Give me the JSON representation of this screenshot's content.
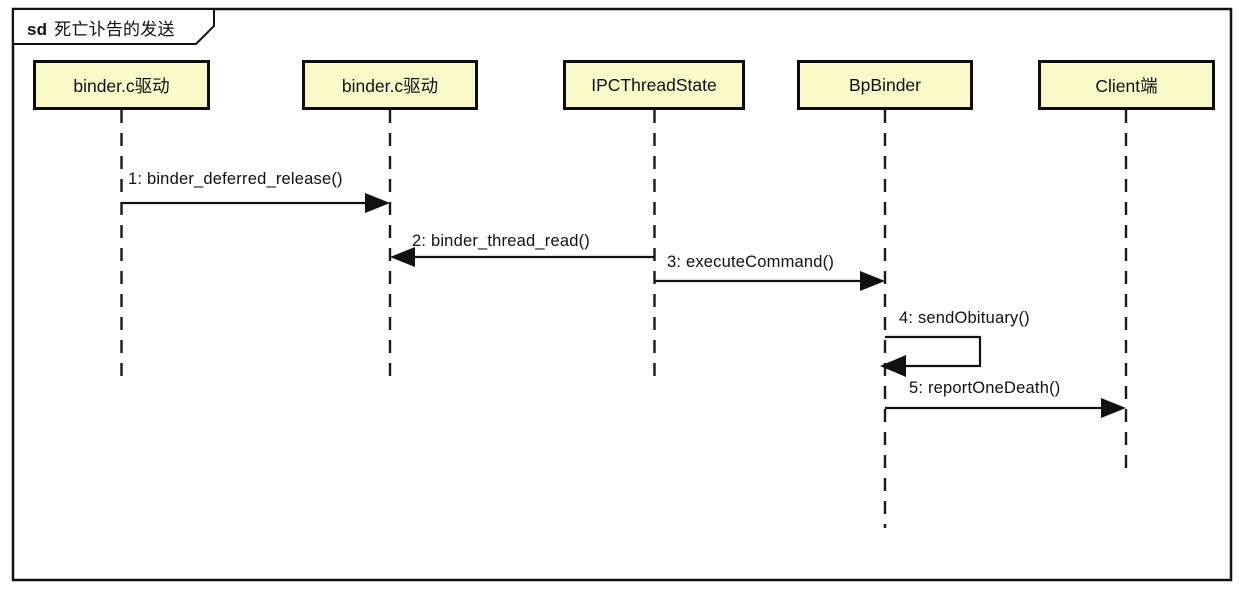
{
  "diagram": {
    "type": "uml-sequence-diagram",
    "frame": {
      "keyword": "sd",
      "title": "死亡讣告的发送"
    },
    "actors": [
      {
        "label": "binder.c驱动"
      },
      {
        "label": "binder.c驱动"
      },
      {
        "label": "IPCThreadState"
      },
      {
        "label": "BpBinder"
      },
      {
        "label": "Client端"
      }
    ],
    "messages": [
      {
        "label": "1: binder_deferred_release()",
        "from": "binder.c驱动 (1)",
        "to": "binder.c驱动 (2)",
        "direction": "right"
      },
      {
        "label": "2: binder_thread_read()",
        "from": "IPCThreadState",
        "to": "binder.c驱动 (2)",
        "direction": "left"
      },
      {
        "label": "3: executeCommand()",
        "from": "IPCThreadState",
        "to": "BpBinder",
        "direction": "right"
      },
      {
        "label": "4: sendObituary()",
        "from": "BpBinder",
        "to": "BpBinder",
        "direction": "self"
      },
      {
        "label": "5: reportOneDeath()",
        "from": "BpBinder",
        "to": "Client端",
        "direction": "right"
      }
    ],
    "colors": {
      "actor_fill": "#FAFAC8",
      "line": "#111111",
      "background": "#FFFFFF"
    }
  }
}
